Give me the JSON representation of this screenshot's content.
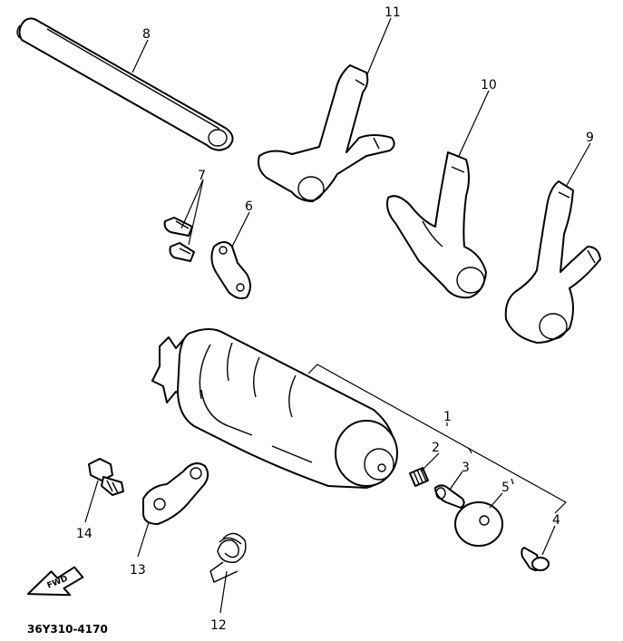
{
  "callouts": {
    "c1": "1",
    "c2": "2",
    "c3": "3",
    "c4": "4",
    "c5": "5",
    "c6": "6",
    "c7": "7",
    "c8": "8",
    "c9": "9",
    "c10": "10",
    "c11": "11",
    "c12": "12",
    "c13": "13",
    "c14": "14"
  },
  "direction_label": "FWD",
  "reference_code": "36Y310-4170"
}
